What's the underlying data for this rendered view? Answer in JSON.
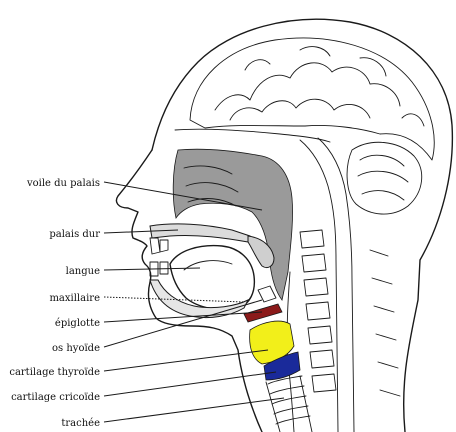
{
  "labels": [
    "voile du palais",
    "palais dur",
    "langue",
    "maxillaire",
    "épiglotte",
    "os hyoïde",
    "cartilage thyroïde",
    "cartilage cricoïde",
    "trachée"
  ],
  "colors": {
    "epiglottis": "#8b1a1a",
    "thyroid_cartilage": "#f2ef1a",
    "cricoid_cartilage": "#1a2a9a",
    "cavity_gray": "#9a9a9a",
    "line": "#1a1a1a"
  }
}
